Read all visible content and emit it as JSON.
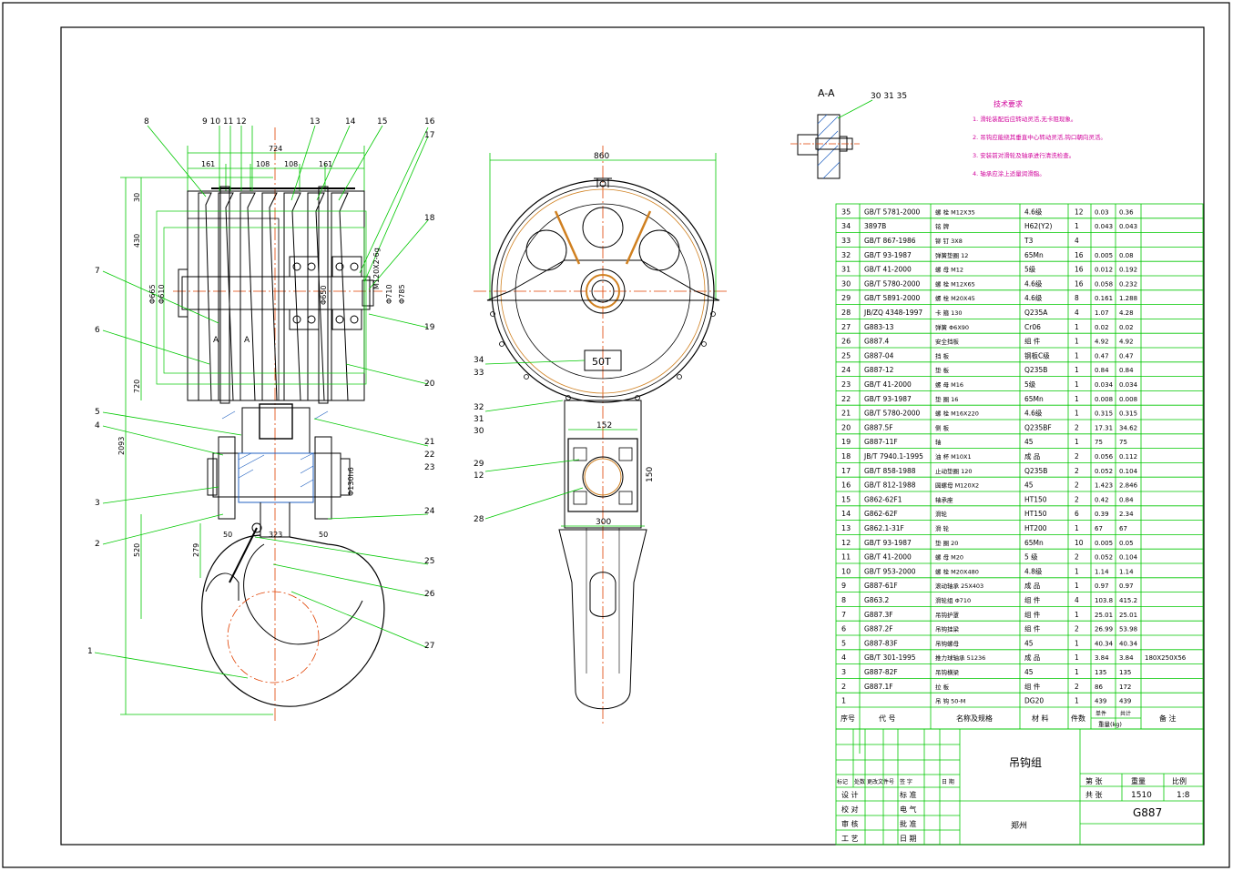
{
  "section_label": "A-A",
  "section_callout": "30 31 35",
  "tech_req": {
    "title": "技术要求",
    "items": [
      "1. 滑轮装配后应转动灵活,无卡阻现象。",
      "2. 吊钩应能绕其垂直中心转动灵活,钩口朝向灵活。",
      "3. 安装前对滑轮及轴承进行清洗检查。",
      "4. 轴承应涂上适量润滑脂。"
    ]
  },
  "side_view": {
    "callouts_top": [
      "8",
      "9 10 11 12",
      "13",
      "14",
      "15",
      "16",
      "17"
    ],
    "callouts_right": [
      "18",
      "19",
      "20",
      "21",
      "22",
      "23",
      "24",
      "25",
      "26",
      "27"
    ],
    "callouts_left": [
      "7",
      "6",
      "5",
      "4",
      "3",
      "2",
      "1"
    ],
    "dims_horizontal": [
      "724",
      "161",
      "108",
      "108",
      "161",
      "50",
      "323",
      "50"
    ],
    "dims_vertical": [
      "30",
      "430",
      "720",
      "2093",
      "520",
      "279"
    ],
    "dims_diameter": [
      "Φ665",
      "Φ610",
      "Φ650",
      "Φ710",
      "Φ785",
      "M120X2-6g",
      "Φ130h6"
    ],
    "section_marks": [
      "A",
      "A"
    ]
  },
  "front_view": {
    "dims": [
      "860",
      "152",
      "150",
      "300"
    ],
    "label_box": "50T",
    "callouts": [
      "34",
      "33",
      "32",
      "31",
      "30",
      "29",
      "12",
      "28"
    ]
  },
  "bom": {
    "rows": [
      [
        "35",
        "GB/T 5781-2000",
        "螺 栓 M12X35",
        "4.6级",
        "12",
        "0.03",
        "0.36",
        ""
      ],
      [
        "34",
        "3897B",
        "铭 牌",
        "H62(Y2)",
        "1",
        "0.043",
        "0.043",
        ""
      ],
      [
        "33",
        "GB/T 867-1986",
        "铆 钉 3X8",
        "T3",
        "4",
        "",
        "",
        ""
      ],
      [
        "32",
        "GB/T 93-1987",
        "弹簧垫圈 12",
        "65Mn",
        "16",
        "0.005",
        "0.08",
        ""
      ],
      [
        "31",
        "GB/T 41-2000",
        "螺 母 M12",
        "5级",
        "16",
        "0.012",
        "0.192",
        ""
      ],
      [
        "30",
        "GB/T 5780-2000",
        "螺 栓 M12X65",
        "4.6级",
        "16",
        "0.058",
        "0.232",
        ""
      ],
      [
        "29",
        "GB/T 5891-2000",
        "螺 栓 M20X45",
        "4.6级",
        "8",
        "0.161",
        "1.288",
        ""
      ],
      [
        "28",
        "JB/ZQ 4348-1997",
        "卡 箍 130",
        "Q235A",
        "4",
        "1.07",
        "4.28",
        ""
      ],
      [
        "27",
        "G883-13",
        "弹簧 Φ6X90",
        "Cr06",
        "1",
        "0.02",
        "0.02",
        ""
      ],
      [
        "26",
        "G887.4",
        "安全挡板",
        "组 件",
        "1",
        "4.92",
        "4.92",
        ""
      ],
      [
        "25",
        "G887-04",
        "挡 板",
        "钢板C级",
        "1",
        "0.47",
        "0.47",
        ""
      ],
      [
        "24",
        "G887-12",
        "垫 板",
        "Q235B",
        "1",
        "0.84",
        "0.84",
        ""
      ],
      [
        "23",
        "GB/T 41-2000",
        "螺 母 M16",
        "5级",
        "1",
        "0.034",
        "0.034",
        ""
      ],
      [
        "22",
        "GB/T 93-1987",
        "垫 圈 16",
        "65Mn",
        "1",
        "0.008",
        "0.008",
        ""
      ],
      [
        "21",
        "GB/T 5780-2000",
        "螺 栓 M16X220",
        "4.6级",
        "1",
        "0.315",
        "0.315",
        ""
      ],
      [
        "20",
        "G887.5F",
        "侧 板",
        "Q235BF",
        "2",
        "17.31",
        "34.62",
        ""
      ],
      [
        "19",
        "G887-11F",
        "轴",
        "45",
        "1",
        "75",
        "75",
        ""
      ],
      [
        "18",
        "JB/T 7940.1-1995",
        "油 杯 M10X1",
        "成 品",
        "2",
        "0.056",
        "0.112",
        ""
      ],
      [
        "17",
        "GB/T 858-1988",
        "止动垫圈 120",
        "Q235B",
        "2",
        "0.052",
        "0.104",
        ""
      ],
      [
        "16",
        "GB/T 812-1988",
        "圆螺母 M120X2",
        "45",
        "2",
        "1.423",
        "2.846",
        ""
      ],
      [
        "15",
        "G862-62F1",
        "轴承座",
        "HT150",
        "2",
        "0.42",
        "0.84",
        ""
      ],
      [
        "14",
        "G862-62F",
        "滑轮",
        "HT150",
        "6",
        "0.39",
        "2.34",
        ""
      ],
      [
        "13",
        "G862.1-31F",
        "滑 轮",
        "HT200",
        "1",
        "67",
        "67",
        ""
      ],
      [
        "12",
        "GB/T 93-1987",
        "垫 圈 20",
        "65Mn",
        "10",
        "0.005",
        "0.05",
        ""
      ],
      [
        "11",
        "GB/T 41-2000",
        "螺 母 M20",
        "5 级",
        "2",
        "0.052",
        "0.104",
        ""
      ],
      [
        "10",
        "GB/T 953-2000",
        "螺 栓 M20X480",
        "4.8级",
        "1",
        "1.14",
        "1.14",
        ""
      ],
      [
        "9",
        "G887-61F",
        "滚动轴承 25X403",
        "成 品",
        "1",
        "0.97",
        "0.97",
        ""
      ],
      [
        "8",
        "G863.2",
        "滑轮组 Φ710",
        "组 件",
        "4",
        "103.8",
        "415.2",
        ""
      ],
      [
        "7",
        "G887.3F",
        "吊钩护罩",
        "组 件",
        "1",
        "25.01",
        "25.01",
        ""
      ],
      [
        "6",
        "G887.2F",
        "吊钩挂梁",
        "组 件",
        "2",
        "26.99",
        "53.98",
        ""
      ],
      [
        "5",
        "G887-83F",
        "吊钩螺母",
        "45",
        "1",
        "40.34",
        "40.34",
        ""
      ],
      [
        "4",
        "GB/T 301-1995",
        "推力球轴承 51236",
        "成 品",
        "1",
        "3.84",
        "3.84",
        "180X250X56"
      ],
      [
        "3",
        "G887-82F",
        "吊钩横梁",
        "45",
        "1",
        "135",
        "135",
        ""
      ],
      [
        "2",
        "G887.1F",
        "拉 板",
        "组 件",
        "2",
        "86",
        "172",
        ""
      ],
      [
        "1",
        "",
        "吊 钩 50-M",
        "DG20",
        "1",
        "439",
        "439",
        ""
      ]
    ],
    "header": {
      "seq": "序号",
      "code": "代 号",
      "name": "名称及规格",
      "material": "材 料",
      "qty": "件数",
      "unit_w": "单件",
      "total_w": "共计",
      "weight": "重量(kg)",
      "remark": "备 注"
    }
  },
  "title_block": {
    "title": "吊钩组",
    "drawing_no": "G887",
    "weight_label": "重量",
    "scale_label": "比例",
    "sheet_label": "第 张",
    "total_label": "共 张",
    "weight_value": "1510",
    "scale_value": "1:8",
    "unit": "郑州",
    "sign_header": [
      "标记",
      "处数",
      "更改文件号",
      "签 字",
      "日 期"
    ],
    "sign_rows": [
      [
        "设 计",
        "",
        "标 准",
        ""
      ],
      [
        "校 对",
        "",
        "电 气",
        ""
      ],
      [
        "审 核",
        "",
        "批 准",
        ""
      ],
      [
        "工 艺",
        "",
        "日 期",
        ""
      ]
    ]
  },
  "colors": {
    "outline": "#000000",
    "leader": "#00c800",
    "centerline": "#e04000",
    "note_text": "#d0009a",
    "hatch": "#2060c0"
  }
}
